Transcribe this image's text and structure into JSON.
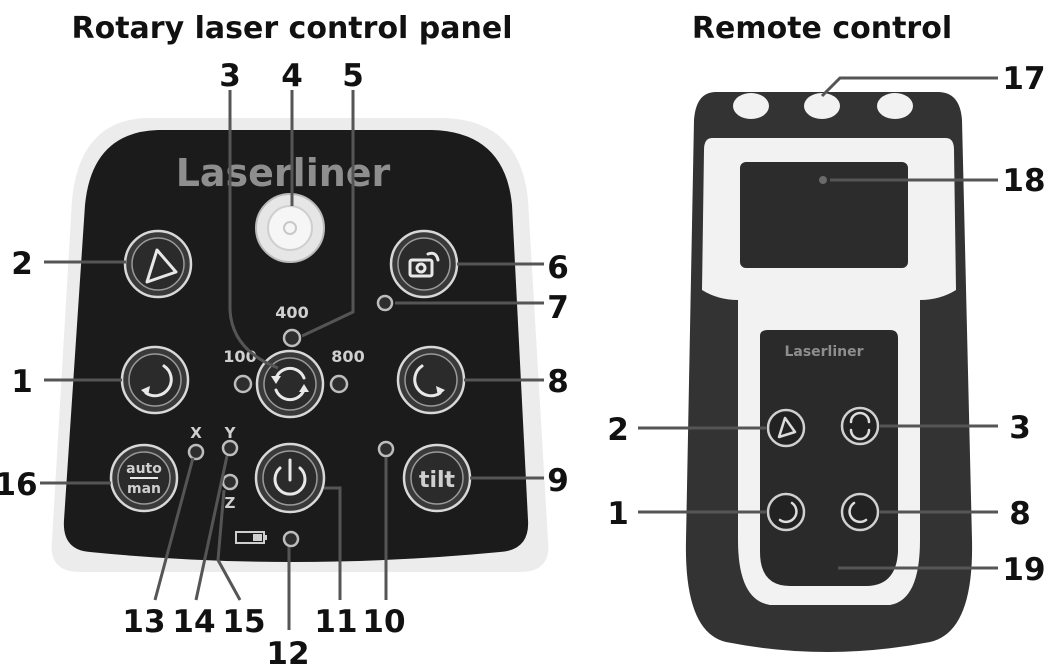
{
  "titles": {
    "panel": "Rotary laser control panel",
    "remote": "Remote control"
  },
  "panel": {
    "brand": "Laserliner",
    "speed_400": "400",
    "speed_100": "100",
    "speed_800": "800",
    "axis_x": "X",
    "axis_y": "Y",
    "axis_z": "Z",
    "auto_label": "auto",
    "man_label": "man",
    "tilt_label": "tilt"
  },
  "remote": {
    "brand": "Laserliner"
  },
  "callouts": {
    "p3": "3",
    "p4": "4",
    "p5": "5",
    "p2": "2",
    "p6": "6",
    "p7": "7",
    "p1": "1",
    "p8": "8",
    "p16": "16",
    "p9": "9",
    "p13": "13",
    "p14": "14",
    "p15": "15",
    "p12": "12",
    "p11": "11",
    "p10": "10",
    "r17": "17",
    "r18": "18",
    "r2": "2",
    "r3": "3",
    "r1": "1",
    "r8": "8",
    "r19": "19"
  },
  "colors": {
    "panel_body": "#1b1b1b",
    "panel_rim": "#ececec",
    "remote_body": "#333333",
    "remote_bezel": "#f2f2f2",
    "leader": "#555555"
  },
  "icons": [
    "bubble-level-icon",
    "scan-angle-icon",
    "camera-rotate-icon",
    "rotate-left-icon",
    "rotate-right-icon",
    "rotation-speed-icon",
    "power-icon",
    "battery-icon"
  ]
}
